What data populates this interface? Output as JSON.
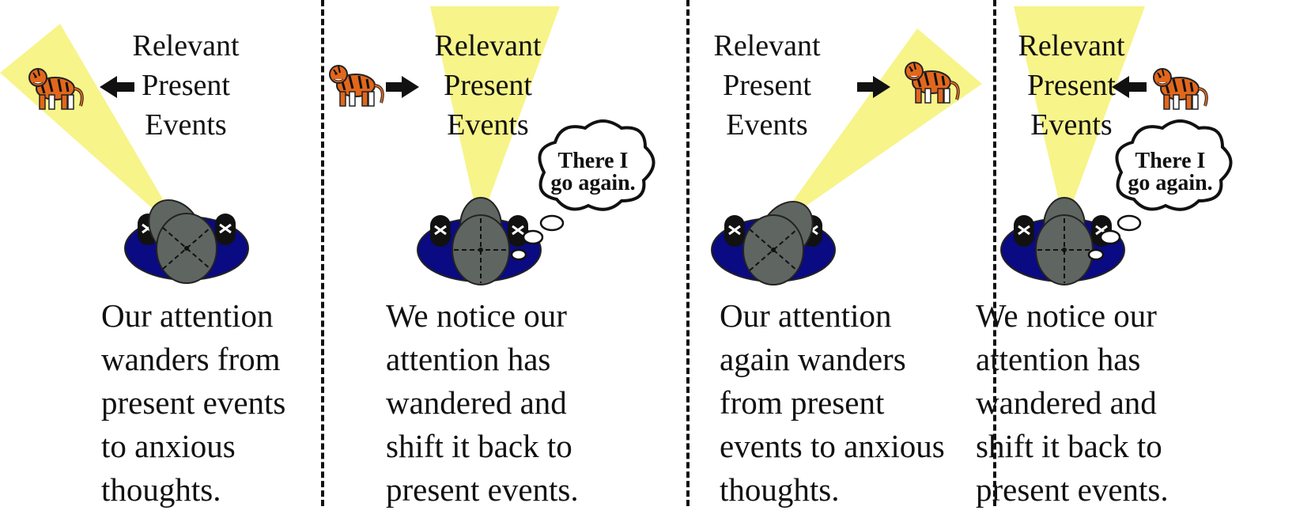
{
  "colors": {
    "spotlight": "#f7f48a",
    "mat": "#0a0a82",
    "head": "#5f6561",
    "shoe": "#111111",
    "tiger": "#e2671c"
  },
  "icons": [
    "tiger-icon",
    "arrow-icon",
    "person-icon",
    "thought-bubble-icon"
  ],
  "panels": [
    {
      "label": [
        "Relevant",
        "Present",
        "Events"
      ],
      "caption": [
        "Our attention",
        "wanders from",
        "present events",
        "to anxious",
        "thoughts."
      ],
      "bubble": null
    },
    {
      "label": [
        "Relevant",
        "Present",
        "Events"
      ],
      "caption": [
        "We notice our",
        "attention has",
        "wandered and",
        "shift it back to",
        "present events."
      ],
      "bubble": [
        "There I",
        "go again."
      ]
    },
    {
      "label": [
        "Relevant",
        "Present",
        "Events"
      ],
      "caption": [
        "Our attention",
        "again wanders",
        "from present",
        "events to anxious",
        "thoughts."
      ],
      "bubble": null
    },
    {
      "label": [
        "Relevant",
        "Present",
        "Events"
      ],
      "caption": [
        "We notice our",
        "attention has",
        "wandered and",
        "shift it back to",
        "present events."
      ],
      "bubble": [
        "There I",
        "go again."
      ]
    }
  ]
}
